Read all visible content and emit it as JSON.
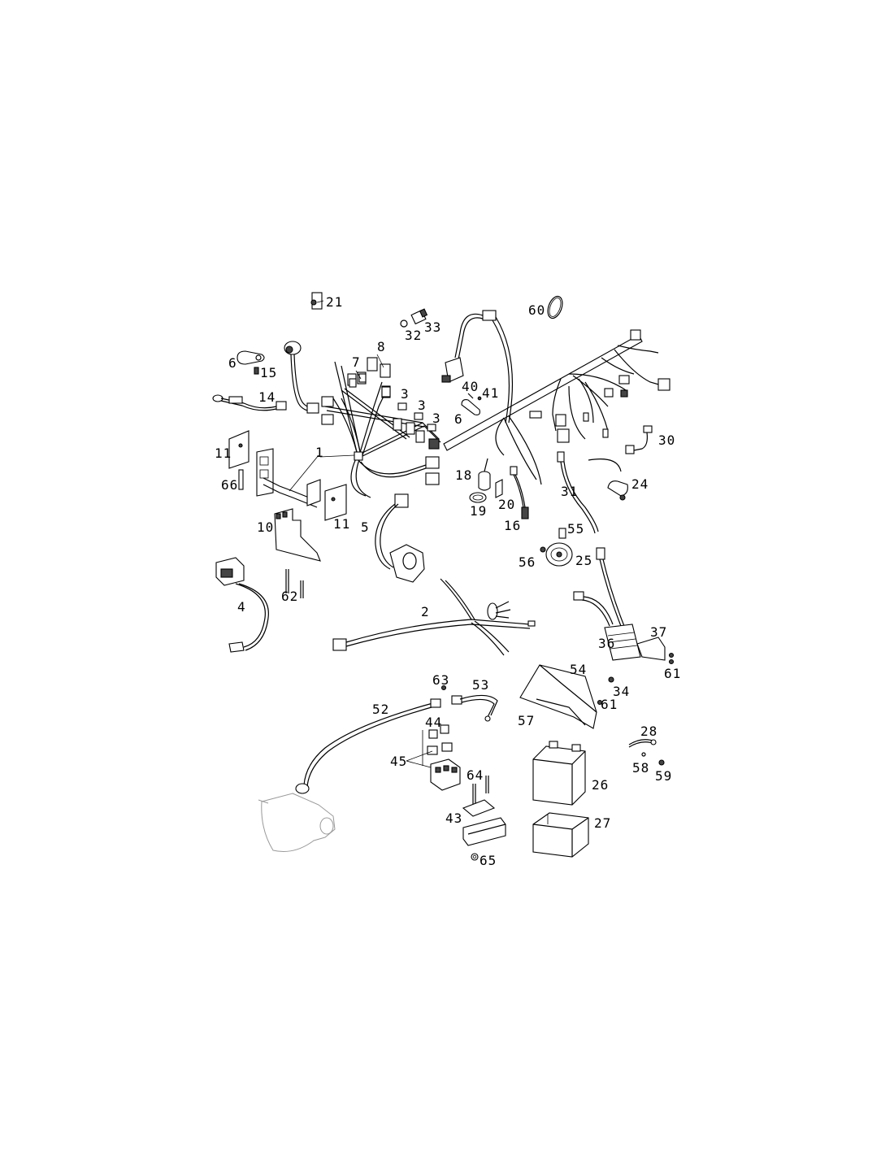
{
  "labels": {
    "p1": "1",
    "p2": "2",
    "p3a": "3",
    "p3b": "3",
    "p3c": "3",
    "p4": "4",
    "p5": "5",
    "p6a": "6",
    "p6b": "6",
    "p7": "7",
    "p8": "8",
    "p10": "10",
    "p11a": "11",
    "p11b": "11",
    "p14": "14",
    "p15": "15",
    "p16": "16",
    "p18": "18",
    "p19": "19",
    "p20": "20",
    "p21": "21",
    "p24": "24",
    "p25": "25",
    "p26": "26",
    "p27": "27",
    "p28": "28",
    "p30": "30",
    "p31": "31",
    "p32": "32",
    "p33": "33",
    "p34": "34",
    "p36": "36",
    "p37": "37",
    "p40": "40",
    "p41": "41",
    "p43": "43",
    "p44": "44",
    "p45": "45",
    "p52": "52",
    "p53": "53",
    "p54": "54",
    "p55": "55",
    "p56": "56",
    "p57": "57",
    "p58": "58",
    "p59": "59",
    "p60": "60",
    "p61a": "61",
    "p61b": "61",
    "p62": "62",
    "p63": "63",
    "p64": "64",
    "p65": "65",
    "p66": "66"
  }
}
